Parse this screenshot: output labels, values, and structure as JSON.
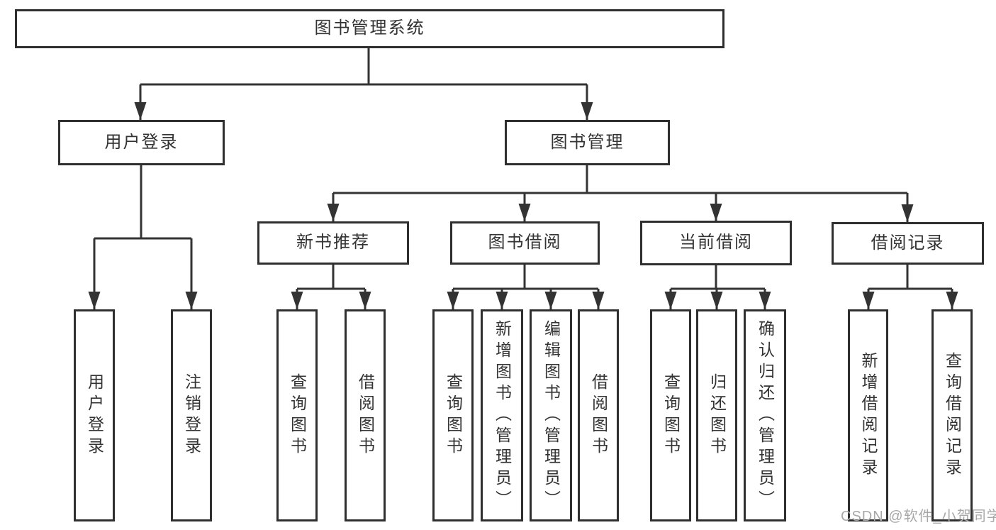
{
  "diagram": {
    "root": {
      "label": "图书管理系统"
    },
    "branches": {
      "user_login": {
        "label": "用户登录"
      },
      "book_management": {
        "label": "图书管理"
      }
    },
    "modules": {
      "new_book_recommend": {
        "label": "新书推荐"
      },
      "book_borrowing": {
        "label": "图书借阅"
      },
      "current_borrowing": {
        "label": "当前借阅"
      },
      "borrowing_records": {
        "label": "借阅记录"
      }
    },
    "functions": {
      "user_login": {
        "label": "用户登录"
      },
      "logout": {
        "label": "注销登录"
      },
      "query_books_recommend": {
        "label": "查询图书"
      },
      "borrow_books_recommend": {
        "label": "借阅图书"
      },
      "query_books_borrowing": {
        "label": "查询图书"
      },
      "add_book_admin": {
        "label": "新增图书（管理员）"
      },
      "edit_book_admin": {
        "label": "编辑图书（管理员）"
      },
      "borrow_books_borrowing": {
        "label": "借阅图书"
      },
      "query_books_current": {
        "label": "查询图书"
      },
      "return_book": {
        "label": "归还图书"
      },
      "confirm_return_admin": {
        "label": "确认归还（管理员）"
      },
      "add_borrow_record": {
        "label": "新增借阅记录"
      },
      "query_borrow_record": {
        "label": "查询借阅记录"
      }
    }
  },
  "watermark": {
    "text": "CSDN @软件_小贺同学"
  },
  "colors": {
    "line": "#333333",
    "box_border": "#2f2f2f",
    "box_fill": "#ffffff",
    "text": "#333333",
    "watermark": "#a8a8a8",
    "background": "#ffffff"
  }
}
